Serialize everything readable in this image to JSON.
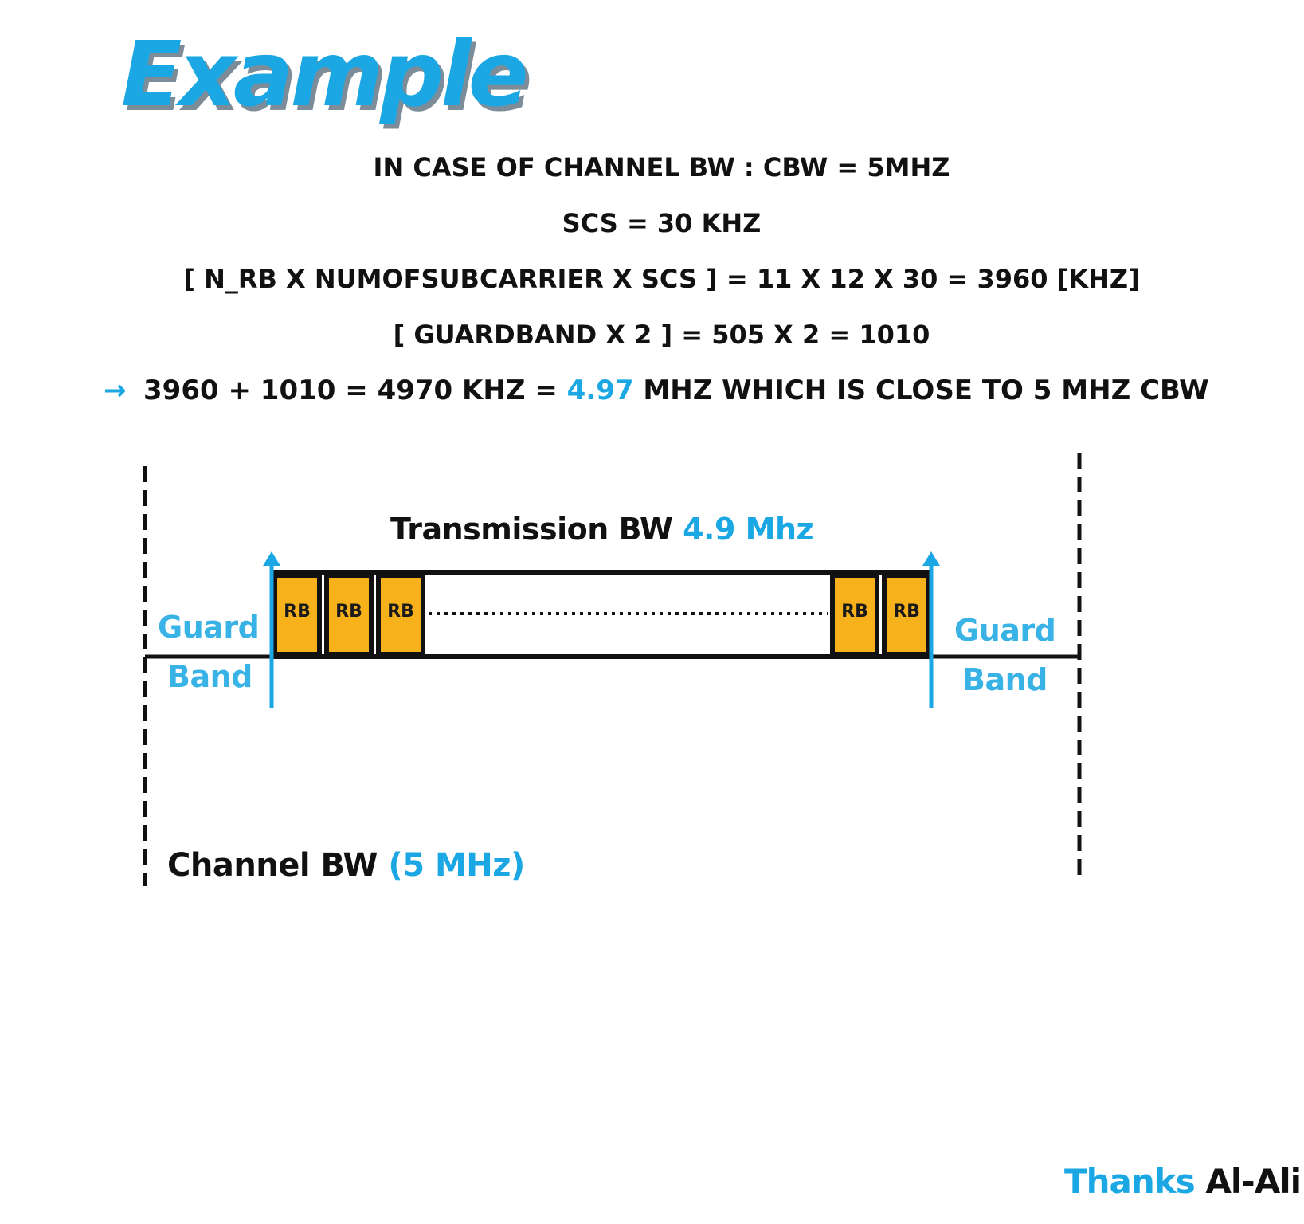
{
  "title": "Example",
  "lines": {
    "line1": "IN CASE OF CHANNEL BW : CBW = 5MHZ",
    "line2": "SCS = 30 KHZ",
    "line3": "[ N_RB X NUMOFSUBCARRIER X SCS ] = 11 X 12 X 30 = 3960 [KHZ]",
    "line4": "[ GUARDBAND X 2 ] = 505 X 2 = 1010",
    "line5": {
      "arrow": "→",
      "prefix": "3960 + 1010 = 4970 KHZ = ",
      "highlight": "4.97",
      "suffix": " MHZ WHICH IS CLOSE TO 5 MHZ CBW"
    }
  },
  "diagram": {
    "transmission_label": "Transmission BW",
    "transmission_value": "4.9 Mhz",
    "guard_band_left": {
      "line1": "Guard",
      "line2": "Band"
    },
    "guard_band_right": {
      "line1": "Guard",
      "line2": "Band"
    },
    "channel_label": "Channel BW",
    "channel_value": "(5 MHz)",
    "rb_blocks": [
      "RB",
      "RB",
      "RB",
      "RB",
      "RB"
    ],
    "colors": {
      "accent": "#1aa7e3",
      "rb_fill": "#f7b21b",
      "line": "#111111"
    }
  },
  "footer": {
    "thanks": "Thanks",
    "author": "Al-Ali"
  }
}
